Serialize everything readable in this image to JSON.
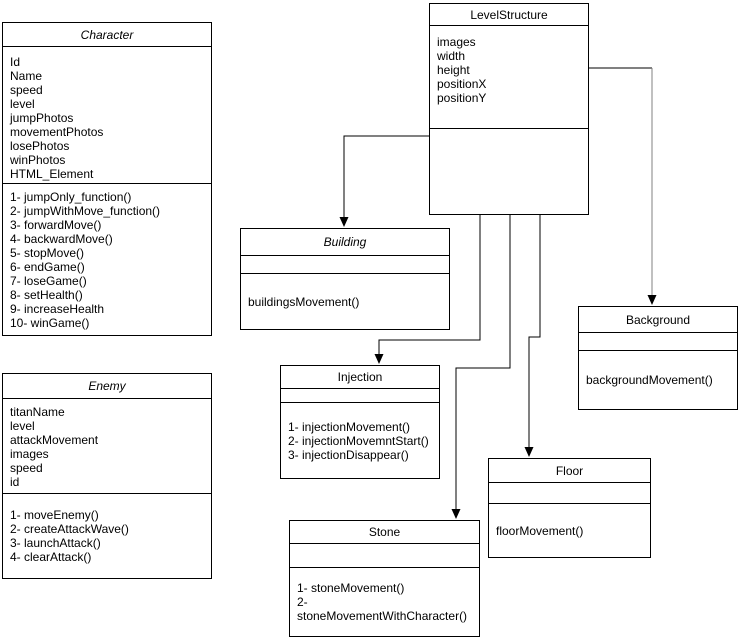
{
  "diagram": {
    "type": "uml-class-diagram",
    "colors": {
      "stroke": "#000000",
      "canvas_background": "#ffffff",
      "muted_edge_stem": "#808080",
      "box_fill": "#ffffff"
    },
    "classes": [
      {
        "name": "Character",
        "title_italic": true,
        "attributes": [
          "Id",
          "Name",
          "speed",
          "level",
          "jumpPhotos",
          "movementPhotos",
          "losePhotos",
          "winPhotos",
          "HTML_Element"
        ],
        "methods": [
          "1- jumpOnly_function()",
          "2- jumpWithMove_function()",
          "3- forwardMove()",
          "4- backwardMove()",
          "5- stopMove()",
          "6- endGame()",
          "7- loseGame()",
          "8- setHealth()",
          "9- increaseHealth",
          "10- winGame()"
        ]
      },
      {
        "name": "Enemy",
        "title_italic": true,
        "attributes": [
          "titanName",
          "level",
          "attackMovement",
          "images",
          "speed",
          "id"
        ],
        "methods": [
          "1- moveEnemy()",
          "2- createAttackWave()",
          "3- launchAttack()",
          "4- clearAttack()"
        ]
      },
      {
        "name": "LevelStructure",
        "title_italic": false,
        "attributes": [
          "images",
          "width",
          "height",
          "positionX",
          "positionY"
        ],
        "methods": []
      },
      {
        "name": "Building",
        "title_italic": true,
        "attributes": [],
        "methods": [
          "buildingsMovement()"
        ]
      },
      {
        "name": "Injection",
        "title_italic": false,
        "attributes": [],
        "methods": [
          "1- injectionMovement()",
          "2- injectionMovemntStart()",
          "3- injectionDisappear()"
        ]
      },
      {
        "name": "Background",
        "title_italic": false,
        "attributes": [],
        "methods": [
          "backgroundMovement()"
        ]
      },
      {
        "name": "Floor",
        "title_italic": false,
        "attributes": [],
        "methods": [
          "floorMovement()"
        ]
      },
      {
        "name": "Stone",
        "title_italic": false,
        "attributes": [],
        "methods": [
          "1- stoneMovement()",
          "2- stoneMovementWithCharacter()"
        ]
      }
    ],
    "edges": [
      {
        "from": "LevelStructure",
        "to": "Building",
        "arrow": "filled-triangle"
      },
      {
        "from": "LevelStructure",
        "to": "Injection",
        "arrow": "filled-triangle"
      },
      {
        "from": "LevelStructure",
        "to": "Background",
        "arrow": "filled-triangle"
      },
      {
        "from": "LevelStructure",
        "to": "Floor",
        "arrow": "filled-triangle"
      },
      {
        "from": "LevelStructure",
        "to": "Stone",
        "arrow": "filled-triangle"
      }
    ]
  }
}
